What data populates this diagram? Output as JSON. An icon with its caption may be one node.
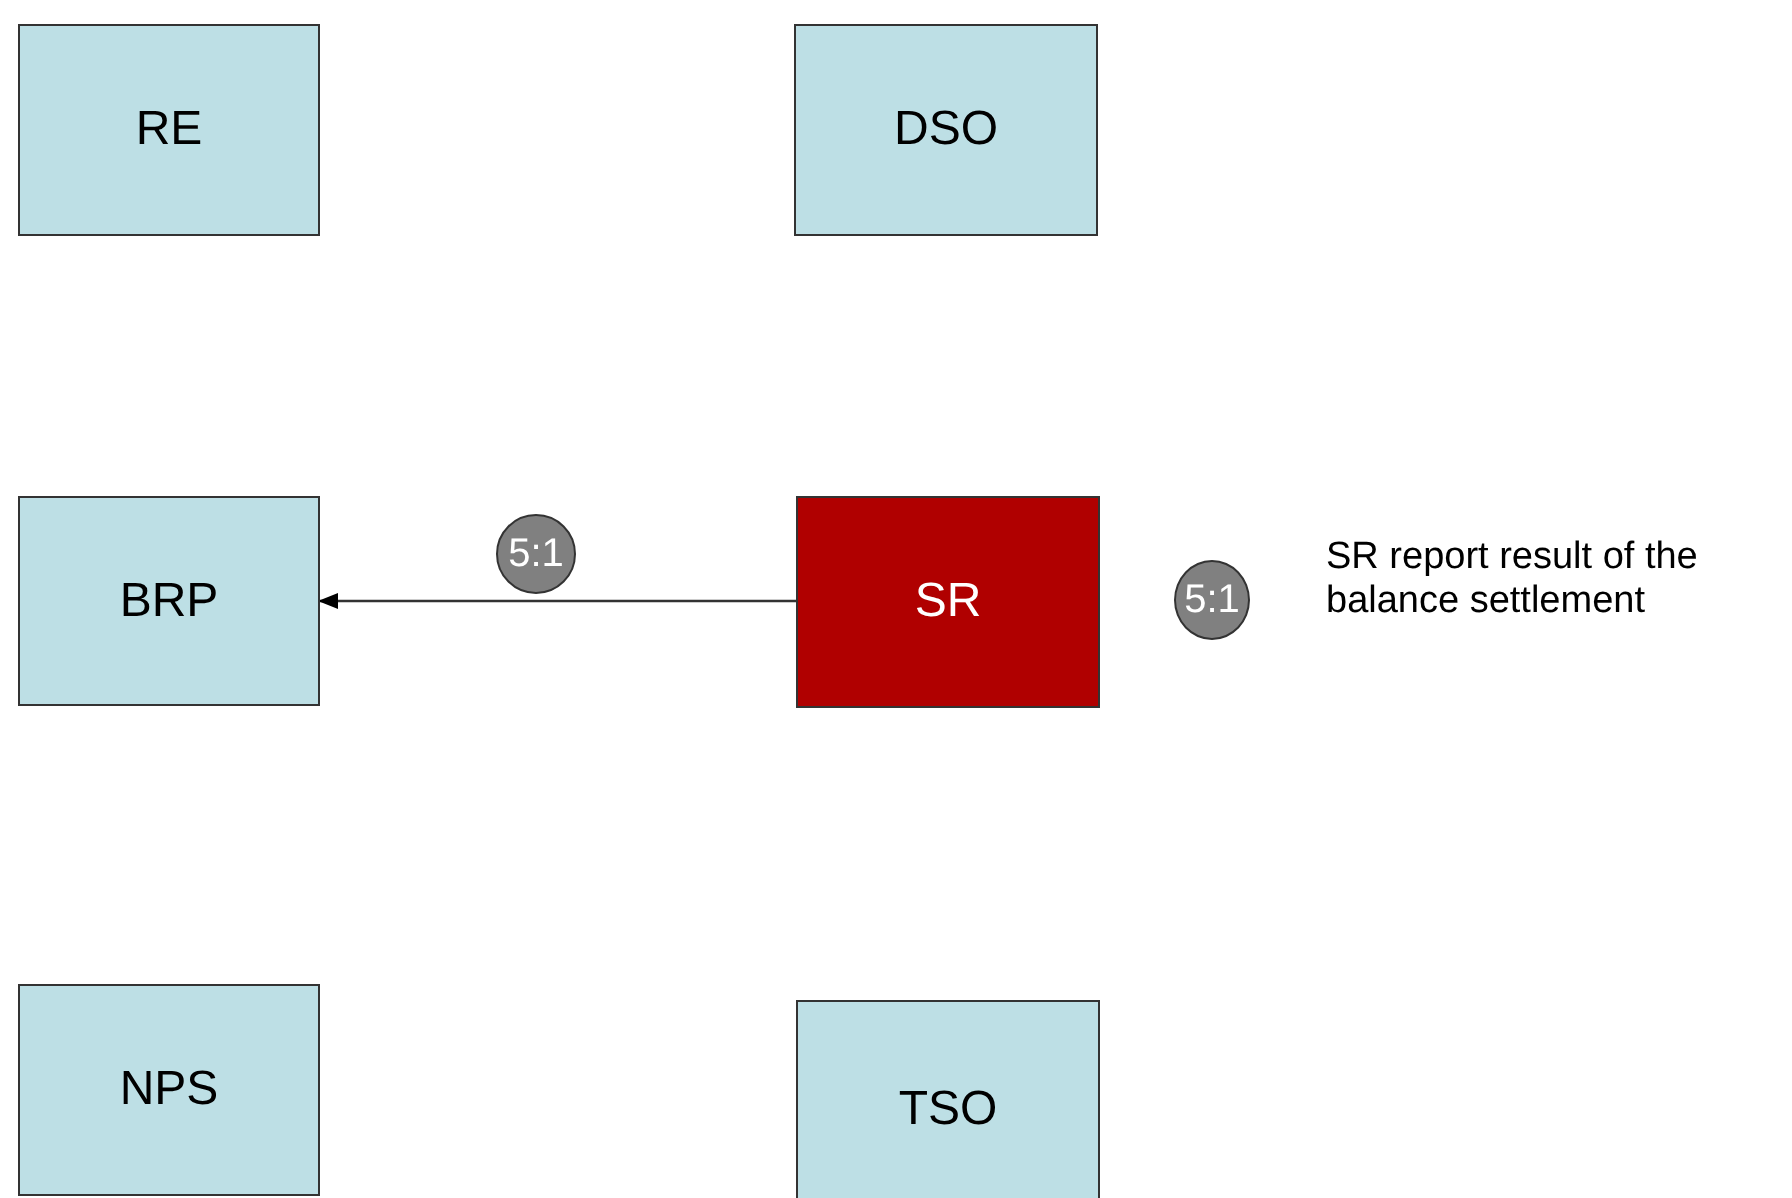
{
  "diagram": {
    "nodes": [
      {
        "text": [
          "RE"
        ]
      },
      {
        "text": [
          "DSO"
        ]
      },
      {
        "text": [
          "BRP"
        ]
      },
      {
        "text": [
          "SR"
        ]
      },
      {
        "text": [
          "NPS"
        ]
      },
      {
        "text": [
          "TSO"
        ]
      },
      {
        "text": [
          "5:1"
        ],
        "beside": [
          "SR report result of the balance settlement"
        ]
      },
      {
        "text": [
          "5:1"
        ]
      }
    ],
    "edges": [
      {
        "from": 3,
        "to": 2,
        "arrow": "to"
      }
    ]
  }
}
